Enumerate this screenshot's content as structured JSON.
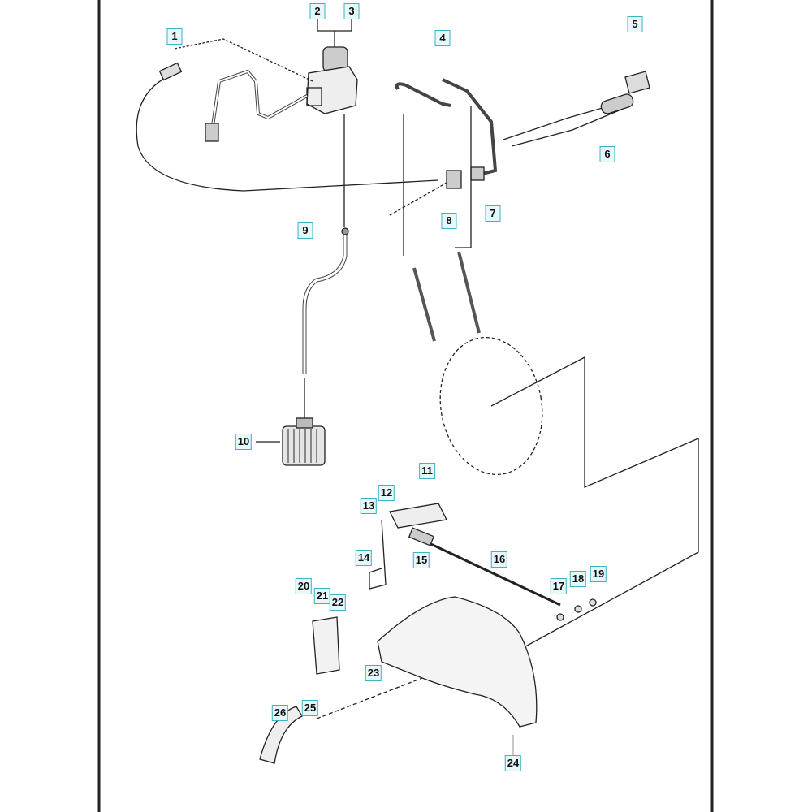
{
  "diagram": {
    "type": "exploded parts diagram",
    "callouts": [
      "1",
      "2",
      "3",
      "4",
      "5",
      "6",
      "7",
      "8",
      "9",
      "10",
      "11",
      "12",
      "13",
      "14",
      "15",
      "16",
      "17",
      "18",
      "19",
      "20",
      "21",
      "22",
      "23",
      "24",
      "25",
      "26"
    ]
  },
  "colors": {
    "callout_border": "#39b5c4",
    "callout_fill": "#e6f8fa",
    "line": "#222222"
  }
}
